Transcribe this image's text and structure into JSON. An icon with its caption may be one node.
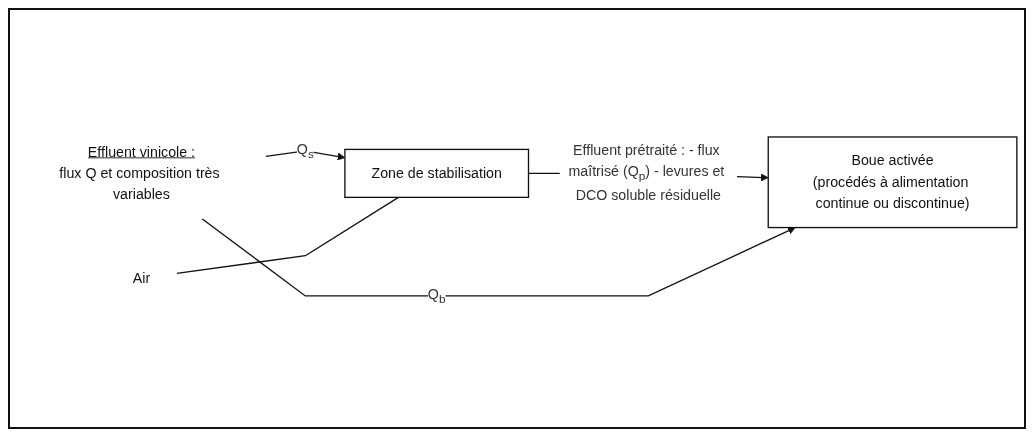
{
  "diagram": {
    "nodes": [
      {
        "text": [
          "Effluent vinicole :",
          "flux Q et composition très variables"
        ]
      },
      {
        "text": [
          "Zone de stabilisation"
        ]
      },
      {
        "text": [
          "Air"
        ]
      },
      {
        "text": [
          "Boue activée",
          "(procédés à alimentation continue ou discontinue)"
        ]
      }
    ],
    "edges": [
      {
        "from": 0,
        "to": 1,
        "arrow": "to",
        "label": "Q$_{s}$"
      },
      {
        "from": 2,
        "to": 1,
        "arrow": "none"
      },
      {
        "from": 1,
        "to": 3,
        "arrow": "to",
        "label": "Effluent prétraité : - flux maîtrisé (Q$_{p}$) - levures et DCO soluble résiduelle"
      },
      {
        "from": 0,
        "to": 3,
        "arrow": "to",
        "label": "Q$_{b}$"
      }
    ]
  }
}
